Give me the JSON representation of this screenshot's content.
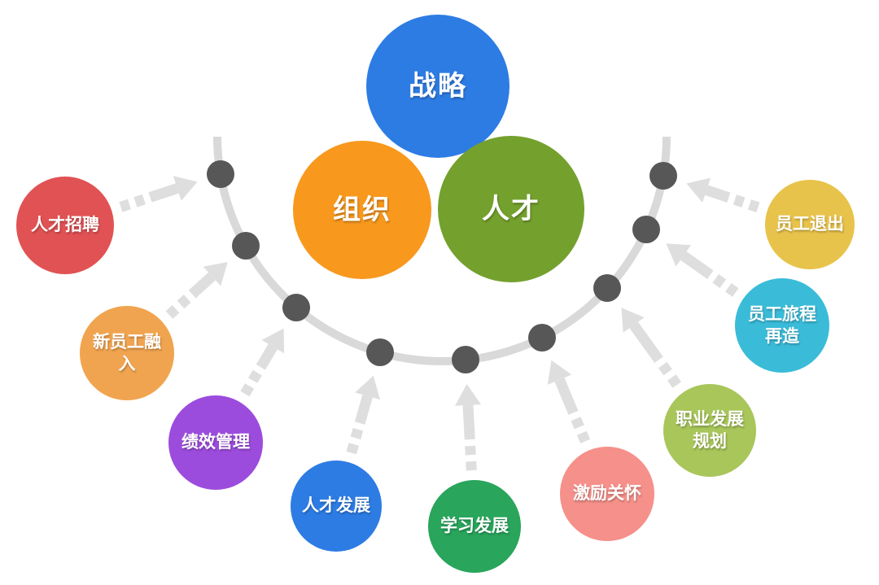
{
  "diagram": {
    "title": "HR employee lifecycle diagram",
    "core_circles": [
      {
        "id": "strategy",
        "label": "战略",
        "color": "#2d7ce4"
      },
      {
        "id": "organization",
        "label": "组织",
        "color": "#f8981d"
      },
      {
        "id": "talent",
        "label": "人才",
        "color": "#74a02d"
      }
    ],
    "satellites": [
      {
        "id": "talent-recruitment",
        "label": "人才招聘",
        "color": "#e15254"
      },
      {
        "id": "new-employee-onboarding",
        "label": "新员工融\n入",
        "color": "#f1a44f"
      },
      {
        "id": "performance-management",
        "label": "绩效管理",
        "color": "#9c4cdd"
      },
      {
        "id": "talent-development",
        "label": "人才发展",
        "color": "#2d7ce4"
      },
      {
        "id": "learning-development",
        "label": "学习发展",
        "color": "#29a55c"
      },
      {
        "id": "incentive-care",
        "label": "激励关怀",
        "color": "#f6908a"
      },
      {
        "id": "career-development-planning",
        "label": "职业发展\n规划",
        "color": "#a8c65a"
      },
      {
        "id": "employee-journey-redesign",
        "label": "员工旅程\n再造",
        "color": "#3abcd9"
      },
      {
        "id": "employee-exit",
        "label": "员工退出",
        "color": "#e8c34b"
      }
    ],
    "connector": {
      "arc_color": "#d9d9d9",
      "dot_color": "#575757",
      "arrow_color": "#dedede"
    }
  }
}
